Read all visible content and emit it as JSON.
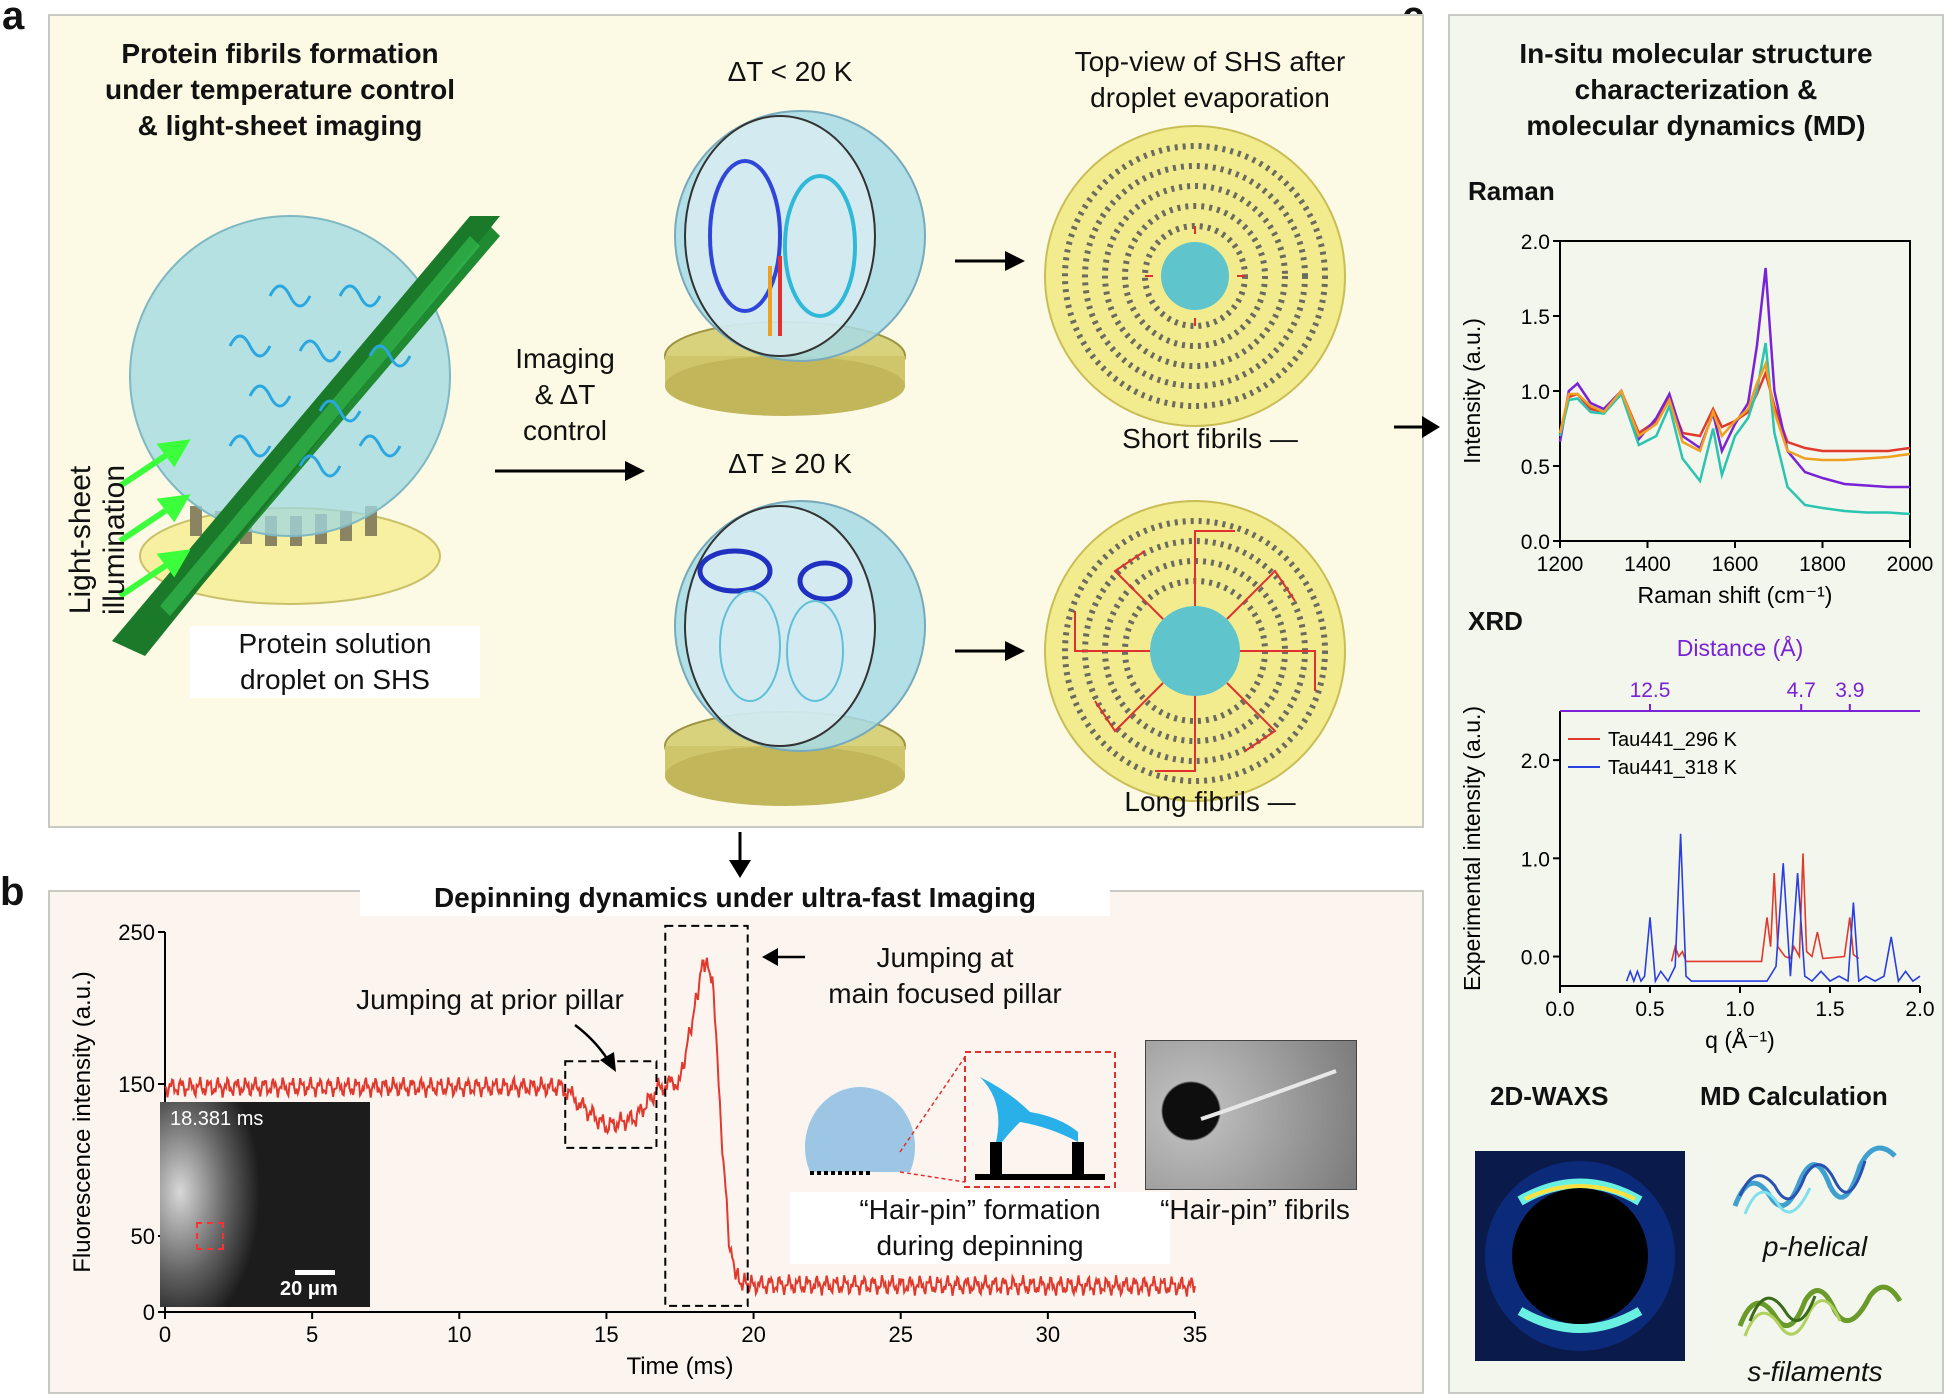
{
  "panels": {
    "a": "a",
    "b": "b",
    "c": "c"
  },
  "a": {
    "title": [
      "Protein fibrils formation",
      "under temperature control",
      "& light-sheet imaging"
    ],
    "light_sheet": [
      "Light-sheet",
      "illumination"
    ],
    "droplet_caption": [
      "Protein solution",
      "droplet on SHS"
    ],
    "imaging": [
      "Imaging",
      "& ΔT",
      "control"
    ],
    "dt_low": "ΔT < 20 K",
    "dt_high": "ΔT ≥ 20 K",
    "topview": [
      "Top-view of SHS after",
      "droplet evaporation"
    ],
    "short": "Short fibrils —",
    "long": "Long fibrils —"
  },
  "b": {
    "title": "Depinning dynamics under ultra-fast Imaging",
    "jump_prior": "Jumping at prior pillar",
    "jump_main": [
      "Jumping at",
      "main focused pillar"
    ],
    "hairpin_formation": [
      "“Hair-pin” formation",
      "during depinning"
    ],
    "hairpin_fibrils": "“Hair-pin” fibrils",
    "inset_time": "18.381 ms",
    "inset_scale": "20 μm"
  },
  "c": {
    "title": [
      "In-situ molecular structure",
      "characterization &",
      "molecular dynamics (MD)"
    ],
    "raman": "Raman",
    "xrd": "XRD",
    "waxs": "2D-WAXS",
    "md": "MD Calculation",
    "p_helical": "p-helical",
    "s_filaments": "s-filaments"
  },
  "colors": {
    "red": "#e03a2f",
    "blue": "#2a3fe0",
    "purple": "#7a22d6",
    "teal": "#2bc4b0",
    "orange": "#f0a020",
    "panel_a": "#fcf9e4"
  },
  "chart_data": [
    {
      "type": "line",
      "xlabel": "Time (ms)",
      "ylabel": "Fluorescence intensity (a.u.)",
      "xlim": [
        0,
        35
      ],
      "ylim": [
        0,
        250
      ],
      "xticks": [
        0,
        5,
        10,
        15,
        20,
        25,
        30,
        35
      ],
      "yticks": [
        0,
        50,
        150,
        250
      ],
      "series": [
        {
          "x": [
            0,
            13.5,
            14.2,
            15,
            16,
            16.8,
            17.5,
            18,
            18.3,
            18.6,
            18.9,
            19.2,
            19.5,
            20,
            35
          ],
          "values": [
            148,
            148,
            135,
            122,
            128,
            148,
            152,
            200,
            232,
            220,
            120,
            40,
            20,
            18,
            17
          ]
        }
      ]
    },
    {
      "type": "line",
      "title": "Raman",
      "xlabel": "Raman shift (cm⁻¹)",
      "ylabel": "Intensity (a.u.)",
      "xlim": [
        1200,
        2000
      ],
      "ylim": [
        0,
        2.0
      ],
      "xticks": [
        1200,
        1400,
        1600,
        1800,
        2000
      ],
      "yticks": [
        0.0,
        0.5,
        1.0,
        1.5,
        2.0
      ],
      "x": [
        1200,
        1220,
        1240,
        1270,
        1300,
        1340,
        1380,
        1420,
        1450,
        1480,
        1520,
        1550,
        1570,
        1600,
        1630,
        1650,
        1670,
        1690,
        1720,
        1760,
        1800,
        1850,
        1900,
        1950,
        2000
      ],
      "series": [
        {
          "values": [
            0.72,
            0.96,
            0.98,
            0.88,
            0.86,
            1.0,
            0.72,
            0.8,
            0.95,
            0.72,
            0.7,
            0.88,
            0.76,
            0.8,
            0.86,
            0.98,
            1.12,
            0.9,
            0.66,
            0.62,
            0.6,
            0.6,
            0.6,
            0.6,
            0.62
          ]
        },
        {
          "values": [
            0.66,
            1.0,
            1.05,
            0.92,
            0.88,
            1.0,
            0.68,
            0.82,
            0.98,
            0.7,
            0.62,
            0.85,
            0.6,
            0.78,
            0.92,
            1.3,
            1.82,
            1.0,
            0.6,
            0.46,
            0.42,
            0.38,
            0.37,
            0.36,
            0.36
          ]
        },
        {
          "values": [
            0.7,
            0.94,
            0.95,
            0.86,
            0.85,
            0.98,
            0.64,
            0.7,
            0.9,
            0.55,
            0.4,
            0.75,
            0.44,
            0.7,
            0.82,
            1.0,
            1.32,
            0.72,
            0.36,
            0.24,
            0.22,
            0.2,
            0.19,
            0.19,
            0.18
          ]
        },
        {
          "values": [
            0.72,
            0.98,
            0.98,
            0.9,
            0.86,
            1.0,
            0.7,
            0.78,
            0.94,
            0.66,
            0.6,
            0.86,
            0.7,
            0.8,
            0.88,
            1.05,
            1.18,
            0.86,
            0.6,
            0.55,
            0.54,
            0.54,
            0.55,
            0.56,
            0.58
          ]
        }
      ]
    },
    {
      "type": "line",
      "title": "XRD",
      "xlabel": "q (Å⁻¹)",
      "ylabel": "Experimental intensity (a.u.)",
      "top_axis_label": "Distance (Å)",
      "top_ticks": [
        "12.5",
        "4.7",
        "3.9"
      ],
      "top_tick_q": [
        0.5,
        1.34,
        1.61
      ],
      "xlim": [
        0,
        2.0
      ],
      "ylim": [
        -0.3,
        2.5
      ],
      "xticks": [
        0.0,
        0.5,
        1.0,
        1.5,
        2.0
      ],
      "yticks": [
        0.0,
        1.0,
        2.0
      ],
      "legend_position": "top-left",
      "series": [
        {
          "name": "Tau441_296 K",
          "x": [
            0.62,
            0.64,
            0.66,
            0.68,
            0.7,
            1.12,
            1.15,
            1.17,
            1.19,
            1.21,
            1.25,
            1.28,
            1.3,
            1.33,
            1.35,
            1.37,
            1.4,
            1.43,
            1.46,
            1.58,
            1.61,
            1.63,
            1.66
          ],
          "values": [
            -0.05,
            0.1,
            0.0,
            0.05,
            -0.05,
            -0.05,
            0.4,
            0.1,
            0.85,
            0.1,
            0.0,
            -0.02,
            0.1,
            0.0,
            1.05,
            0.05,
            0.0,
            0.25,
            -0.02,
            0.0,
            0.4,
            0.02,
            -0.02
          ]
        },
        {
          "name": "Tau441_318 K",
          "x": [
            0.37,
            0.39,
            0.41,
            0.43,
            0.45,
            0.47,
            0.5,
            0.53,
            0.56,
            0.6,
            0.64,
            0.67,
            0.7,
            0.73,
            1.15,
            1.2,
            1.24,
            1.28,
            1.32,
            1.36,
            1.4,
            1.45,
            1.5,
            1.55,
            1.6,
            1.63,
            1.66,
            1.7,
            1.75,
            1.8,
            1.84,
            1.88,
            1.92,
            1.96,
            2.0
          ],
          "values": [
            -0.25,
            -0.15,
            -0.25,
            -0.15,
            -0.25,
            -0.2,
            0.4,
            -0.25,
            -0.15,
            -0.25,
            -0.1,
            1.25,
            -0.2,
            -0.25,
            -0.25,
            -0.1,
            0.95,
            -0.2,
            0.85,
            -0.2,
            -0.25,
            -0.15,
            -0.25,
            -0.2,
            -0.25,
            0.55,
            -0.25,
            -0.2,
            -0.25,
            -0.2,
            0.2,
            -0.25,
            -0.15,
            -0.25,
            -0.2
          ]
        }
      ]
    }
  ]
}
